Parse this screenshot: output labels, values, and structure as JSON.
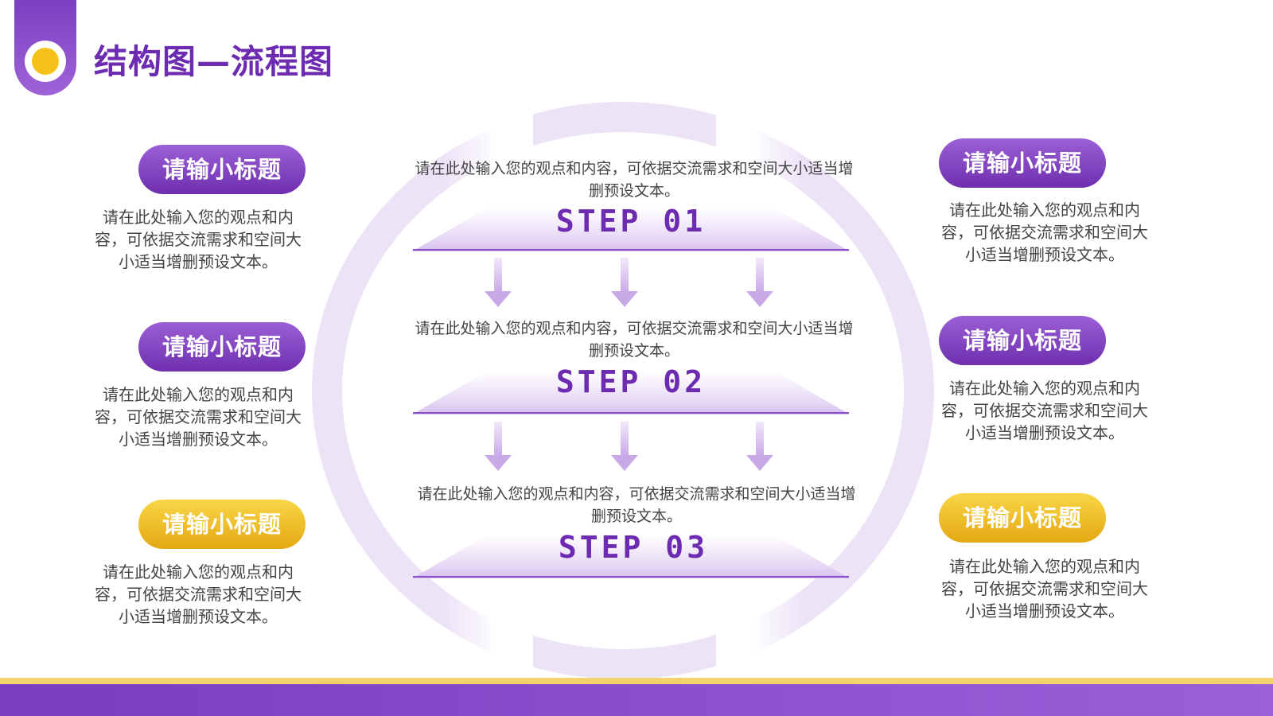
{
  "header": {
    "title": "结构图—流程图"
  },
  "steps": [
    {
      "label": "STEP 01",
      "description": "请在此处输入您的观点和内容，可依据交流需求和空间大小适当增删预设文本。"
    },
    {
      "label": "STEP 02",
      "description": "请在此处输入您的观点和内容，可依据交流需求和空间大小适当增删预设文本。"
    },
    {
      "label": "STEP 03",
      "description": "请在此处输入您的观点和内容，可依据交流需求和空间大小适当增删预设文本。"
    }
  ],
  "left_items": [
    {
      "title": "请输小标题",
      "description": "请在此处输入您的观点和内容，可依据交流需求和空间大小适当增删预设文本。",
      "color": "#7a3cc0"
    },
    {
      "title": "请输小标题",
      "description": "请在此处输入您的观点和内容，可依据交流需求和空间大小适当增删预设文本。",
      "color": "#7a3cc0"
    },
    {
      "title": "请输小标题",
      "description": "请在此处输入您的观点和内容，可依据交流需求和空间大小适当增删预设文本。",
      "color": "#e9b216"
    }
  ],
  "right_items": [
    {
      "title": "请输小标题",
      "description": "请在此处输入您的观点和内容，可依据交流需求和空间大小适当增删预设文本。",
      "color": "#7a3cc0"
    },
    {
      "title": "请输小标题",
      "description": "请在此处输入您的观点和内容，可依据交流需求和空间大小适当增删预设文本。",
      "color": "#7a3cc0"
    },
    {
      "title": "请输小标题",
      "description": "请在此处输入您的观点和内容，可依据交流需求和空间大小适当增删预设文本。",
      "color": "#e9b216"
    }
  ],
  "theme": {
    "primary": "#6c2bb0",
    "accent": "#f6c21a",
    "ring": "#ede3f7"
  },
  "icons": {
    "header": "circle-dot-icon",
    "flow": "down-arrow-icon"
  }
}
